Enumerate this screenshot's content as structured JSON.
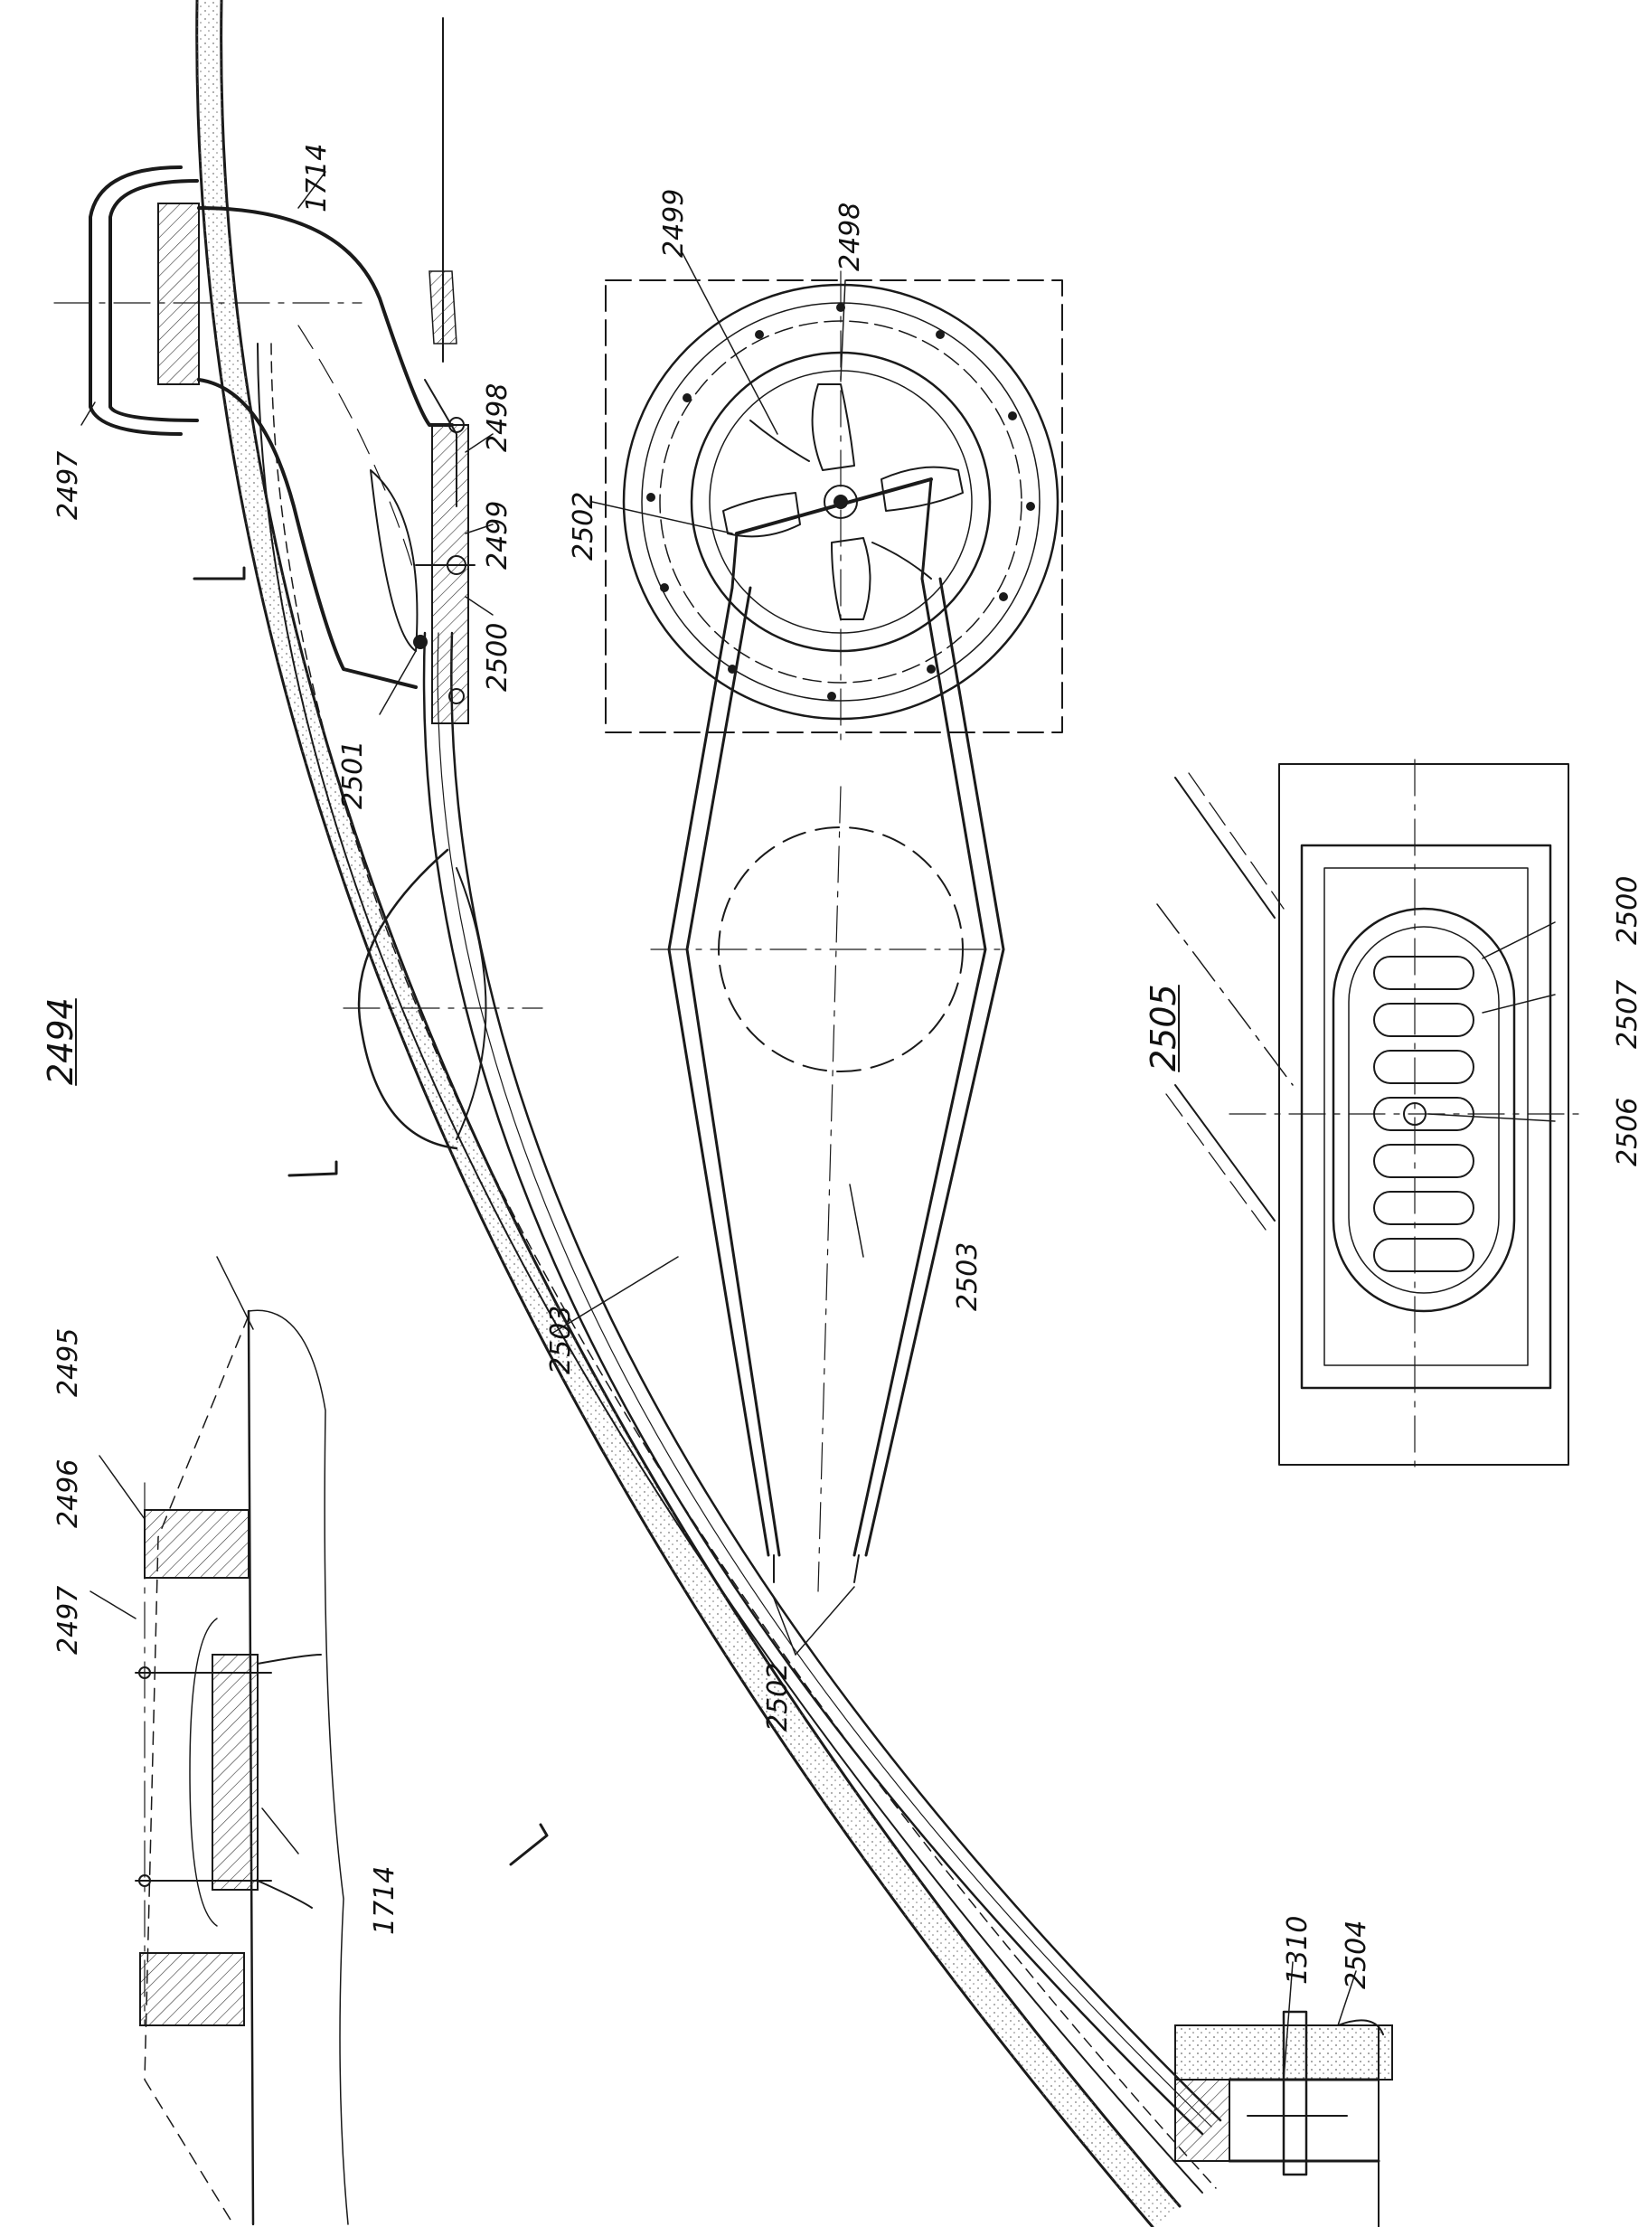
{
  "title_number": "2494",
  "detail_number": "2505",
  "labels": {
    "l_1714_top": "1714",
    "l_2497_top": "2497",
    "l_2498_left": "2498",
    "l_2499_left": "2499",
    "l_2500_left": "2500",
    "l_2501": "2501",
    "l_2502_circle": "2502",
    "l_2499_circle": "2499",
    "l_2498_circle": "2498",
    "l_2503_left": "2503",
    "l_2503_right": "2503",
    "l_2502_tips": "2502",
    "l_2495": "2495",
    "l_2496": "2496",
    "l_2497_bottom": "2497",
    "l_1714_bottom": "1714",
    "l_1310": "1310",
    "l_2504": "2504",
    "l_2500_right": "2500",
    "l_2507": "2507",
    "l_2506": "2506"
  },
  "colors": {
    "ink": "#1a1a1a",
    "paper": "#ffffff",
    "stipple": "#6a6a6a"
  }
}
